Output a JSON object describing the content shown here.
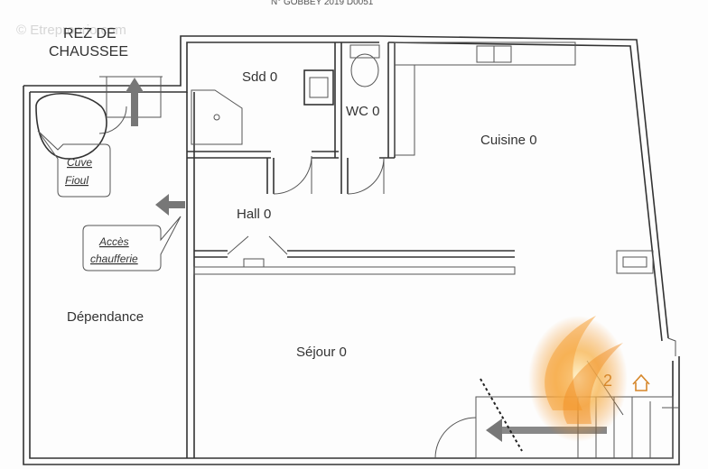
{
  "header": {
    "reference": "N° GOBBEY 2019 D0051"
  },
  "watermark": {
    "text": "© Etreproprio.com"
  },
  "plan": {
    "title_line1": "REZ DE",
    "title_line2": "CHAUSSEE"
  },
  "rooms": {
    "sdd": "Sdd 0",
    "wc": "WC 0",
    "cuisine": "Cuisine 0",
    "hall": "Hall 0",
    "dependance": "Dépendance",
    "sejour": "Séjour 0"
  },
  "callouts": {
    "cuve_line1": "Cuve",
    "cuve_line2": "Fioul",
    "acces_line1": "Accès",
    "acces_line2": "chaufferie"
  },
  "stair_markers": {
    "number": "2"
  },
  "colors": {
    "wall": "#333333",
    "arrow": "#777777",
    "flame": "#f08a1c"
  },
  "icons": {
    "home": "home-icon",
    "arrow": "arrow-icon"
  }
}
